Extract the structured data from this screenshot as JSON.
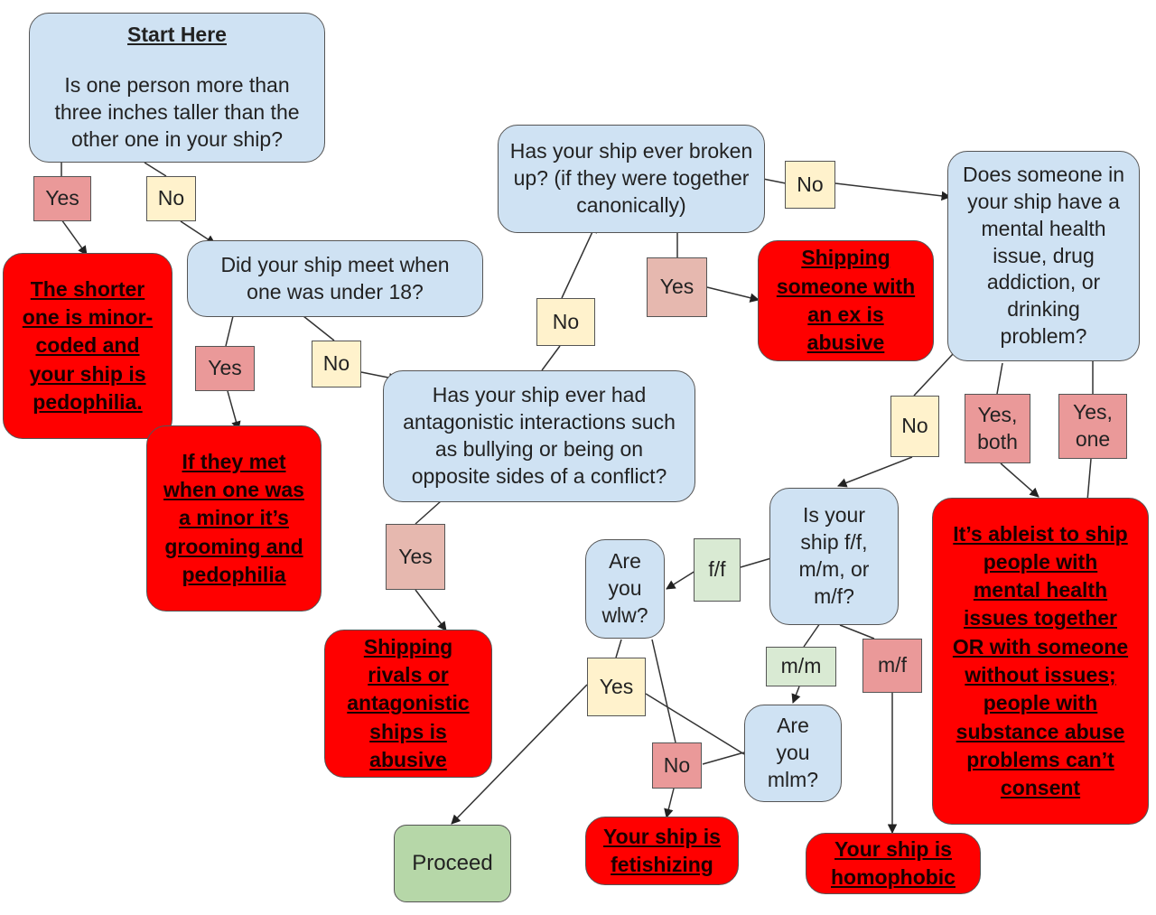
{
  "diagram": {
    "start": {
      "title": "Start Here",
      "question": "Is one person more than three inches taller than the other one in your ship?"
    },
    "q_meet": "Did your ship meet when one was under 18?",
    "q_antagonistic": "Has your ship ever had antagonistic interactions such as bullying or being on opposite sides of a conflict?",
    "q_broken": "Has your ship ever broken up? (if they were together canonically)",
    "q_mental": "Does someone in your ship have a mental health issue, drug addiction, or drinking problem?",
    "q_gender": "Is your ship f/f, m/m, or m/f?",
    "q_wlw": "Are you wlw?",
    "q_mlm": "Are you mlm?",
    "r_pedophilia": "The shorter one is minor-coded and your ship is pedophilia.",
    "r_grooming": "If they met when one was a minor it’s grooming and pedophilia",
    "r_rivals": "Shipping rivals or antagonistic ships is abusive",
    "r_ex": "Shipping someone with an ex is abusive",
    "r_ableist": "It’s ableist to ship people with mental health issues together OR with someone without issues; people with substance abuse problems can’t consent",
    "r_fetish": "Your ship is fetishizing",
    "r_homophobic": "Your ship is homophobic",
    "proceed": "Proceed",
    "labels": {
      "yes": "Yes",
      "no": "No",
      "ff": "f/f",
      "mm": "m/m",
      "mf": "m/f",
      "yes_both": "Yes, both",
      "yes_one": "Yes, one"
    }
  },
  "colors": {
    "question": "#cfe2f3",
    "result": "#ff0000",
    "proceed": "#b6d7a8",
    "yes": "#ea9999",
    "no": "#fff2cc",
    "ff": "#d9ead3"
  }
}
